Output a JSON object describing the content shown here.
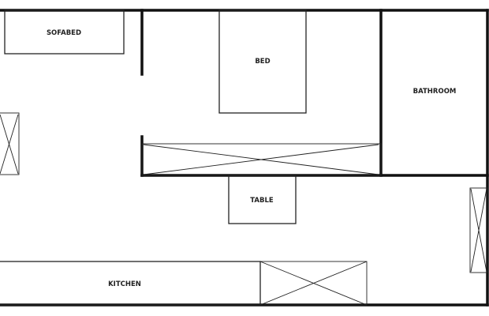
{
  "labels": {
    "sofabed": "SOFABED",
    "bed": "BED",
    "bathroom": "BATHROOM",
    "table": "TABLE",
    "kitchen": "KITCHEN"
  },
  "colors": {
    "wall": "#111111",
    "furniture": "#222222",
    "background": "#ffffff"
  }
}
